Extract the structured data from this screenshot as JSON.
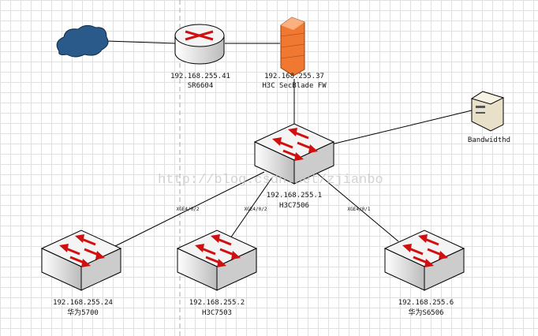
{
  "watermark": "http://blog.csdn.net/zjianbo",
  "nodes": {
    "router": {
      "ip": "192.168.255.41",
      "name": "SR6604"
    },
    "firewall": {
      "ip": "192.168.255.37",
      "name": "H3C SecBlade FW"
    },
    "core": {
      "ip": "192.168.255.1",
      "name": "H3C7506"
    },
    "server": {
      "name": "Bandwidthd"
    },
    "sw1": {
      "ip": "192.168.255.24",
      "name": "华为5700"
    },
    "sw2": {
      "ip": "192.168.255.2",
      "name": "H3C7503"
    },
    "sw3": {
      "ip": "192.168.255.6",
      "name": "华为S6506"
    }
  },
  "ports": {
    "p1": "XGE4/0/2",
    "p2": "XGE4/0/2",
    "p3": "XGE4/0/1"
  },
  "colors": {
    "arrow": "#d01010",
    "firewall": "#f07830",
    "cloud": "#2a5a8a"
  }
}
